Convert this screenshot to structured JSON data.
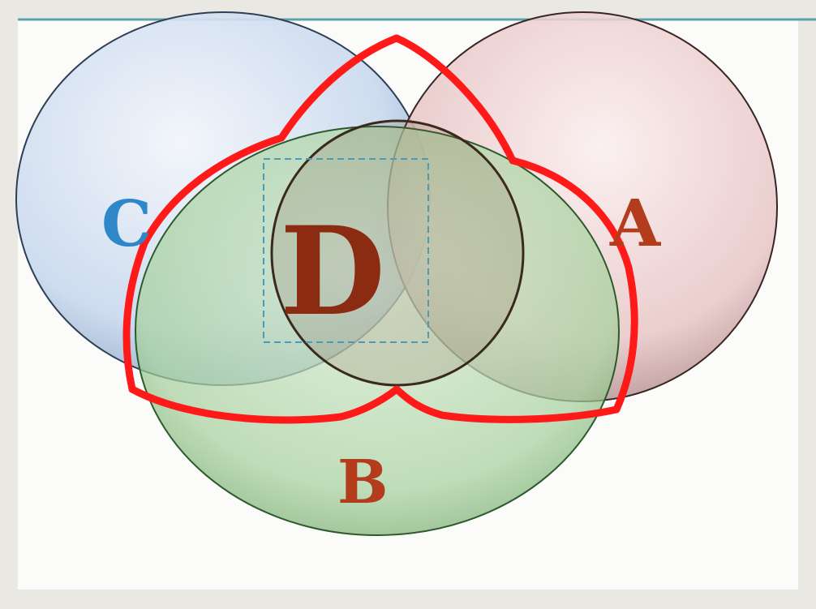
{
  "diagram": {
    "sets": [
      {
        "id": "A",
        "label": "A",
        "color": "#e8c3c3"
      },
      {
        "id": "B",
        "label": "B",
        "color": "#9ccf96"
      },
      {
        "id": "C",
        "label": "C",
        "color": "#bcd2e8"
      }
    ],
    "center": {
      "label": "D"
    },
    "highlight_outline_color": "#ff1a1a",
    "dashed_box_color": "#4a9bb5"
  }
}
